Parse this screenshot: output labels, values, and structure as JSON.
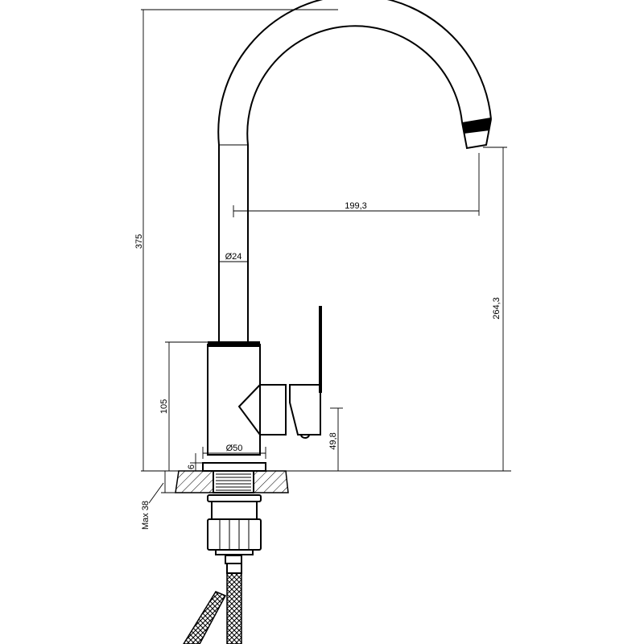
{
  "drawing": {
    "title": "Kitchen faucet dimensional drawing",
    "dimensions": {
      "total_height": "375",
      "spout_reach": "199,3",
      "spout_diameter": "Ø24",
      "spout_height": "264,3",
      "body_height": "105",
      "handle_height": "49,8",
      "base_diameter": "Ø50",
      "flange_thickness": "6",
      "max_counter_thickness": "Max 38"
    },
    "colors": {
      "line": "#000000",
      "background": "#ffffff"
    }
  }
}
